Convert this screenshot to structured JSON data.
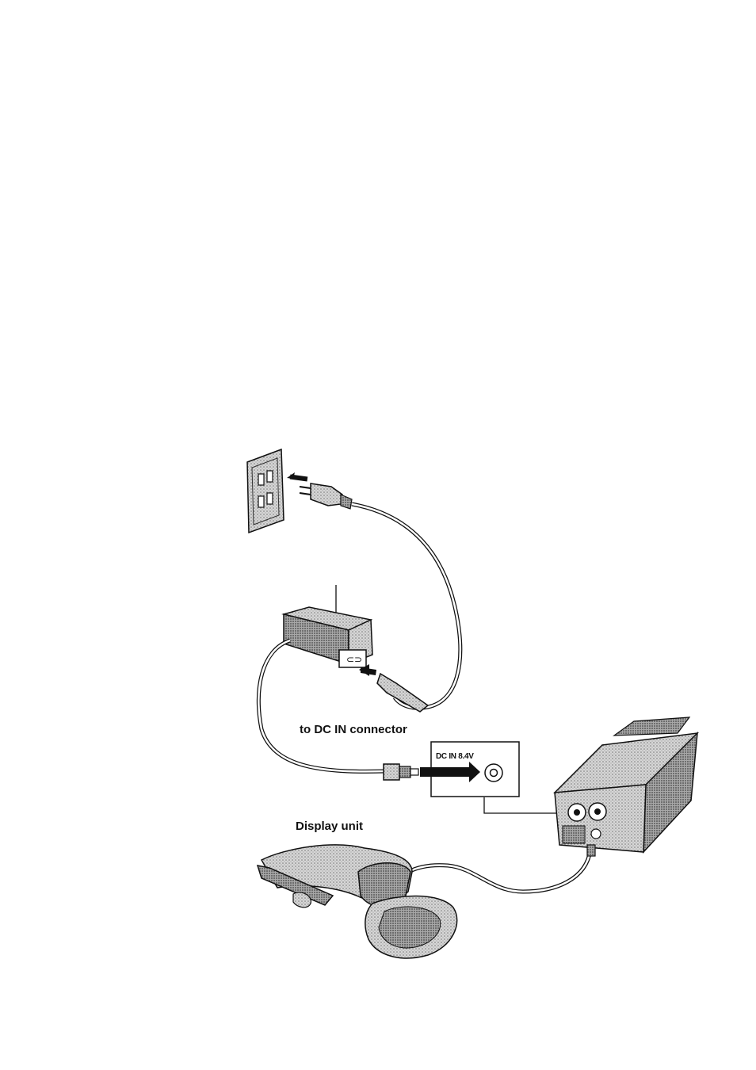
{
  "labels": {
    "dc_connector": "to DC IN connector",
    "display_unit": "Display unit",
    "dc_in_rating": "DC IN 8.4V"
  },
  "colors": {
    "ink": "#111111",
    "stipple": "#9a9a9a",
    "stipple_dark": "#6e6e6e",
    "paper": "#ffffff"
  }
}
